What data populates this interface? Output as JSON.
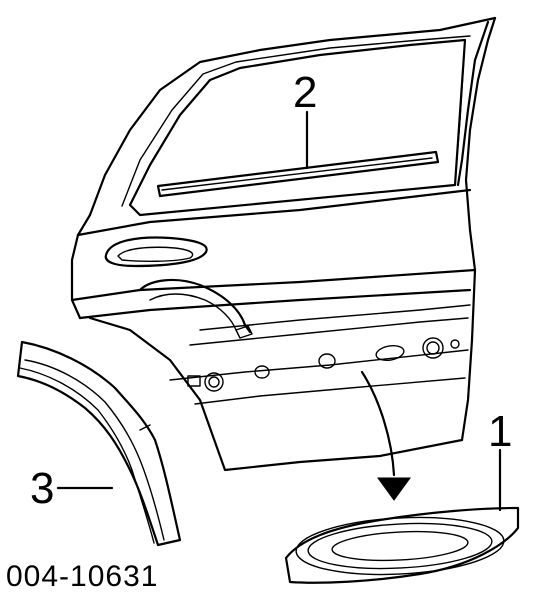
{
  "callouts": [
    {
      "label": "2",
      "part": "window-sweep-belt-molding"
    },
    {
      "label": "1",
      "part": "door-applique-molding"
    },
    {
      "label": "3",
      "part": "wheel-flare-molding"
    }
  ],
  "part_number": "004-10631"
}
